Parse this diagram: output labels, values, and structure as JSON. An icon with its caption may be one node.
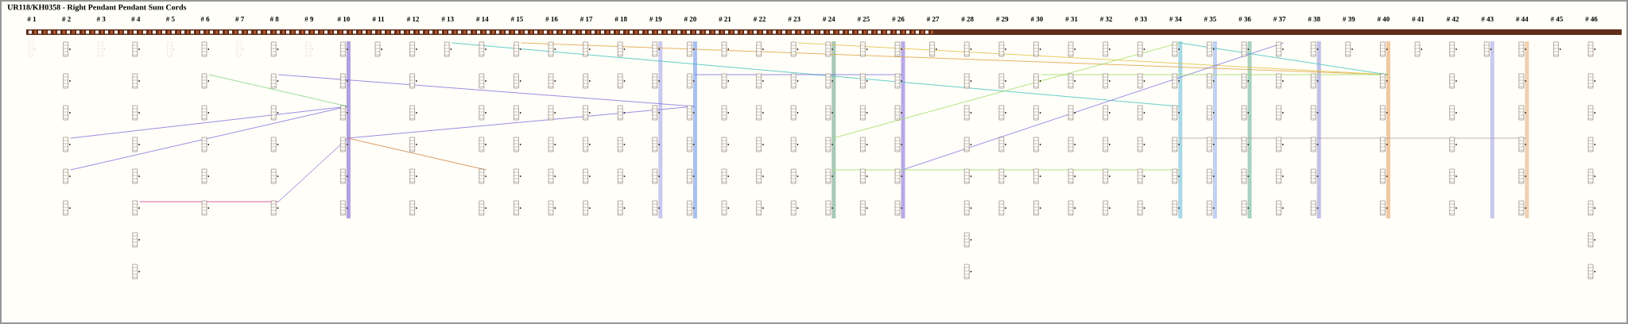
{
  "diagram": {
    "title": "UR118/KH0358 - Right Pendant Pendant Sum Cords",
    "labels": [
      "# 1",
      "# 2",
      "# 3",
      "# 4",
      "# 5",
      "# 6",
      "# 7",
      "# 8",
      "# 9",
      "# 10",
      "# 11",
      "# 12",
      "# 13",
      "# 14",
      "# 15",
      "# 16",
      "# 17",
      "# 18",
      "# 19",
      "# 20",
      "# 21",
      "# 22",
      "# 23",
      "# 24",
      "# 25",
      "# 26",
      "# 27",
      "# 28",
      "# 29",
      "# 30",
      "# 31",
      "# 32",
      "# 33",
      "# 34",
      "# 35",
      "# 36",
      "# 37",
      "# 38",
      "# 39",
      "# 40",
      "# 41",
      "# 42",
      "# 43",
      "# 44",
      "# 45",
      "# 46"
    ]
  }
}
